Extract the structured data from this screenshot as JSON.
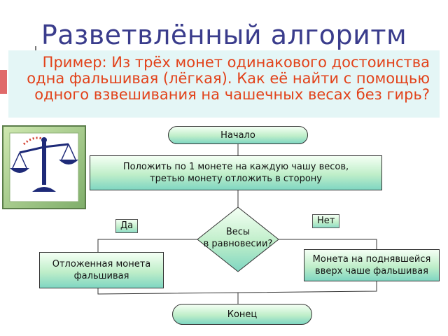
{
  "title": "Разветвлённый алгоритм",
  "example": "Пример: Из трёх монет одинакового достоинства одна фальшивая (лёгкая). Как её найти с помощью одного взвешивания на чашечных весах без гирь?",
  "flowchart": {
    "start": "Начало",
    "action1_line1": "Положить по 1 монете на каждую чашу весов,",
    "action1_line2": "третью монету отложить в сторону",
    "decision_line1": "Весы",
    "decision_line2": "в равновесии?",
    "yes_label": "Да",
    "no_label": "Нет",
    "yes_result_line1": "Отложенная монета",
    "yes_result_line2": "фальшивая",
    "no_result_line1": "Монета на поднявшейся",
    "no_result_line2": "вверх чаше фальшивая",
    "end": "Конец"
  },
  "colors": {
    "title": "#3a3c8c",
    "example_text": "#e2421a",
    "example_bg": "#e4f6f6",
    "node_fill": "#bfeec9"
  },
  "icons": [
    "balance-scale-icon"
  ]
}
